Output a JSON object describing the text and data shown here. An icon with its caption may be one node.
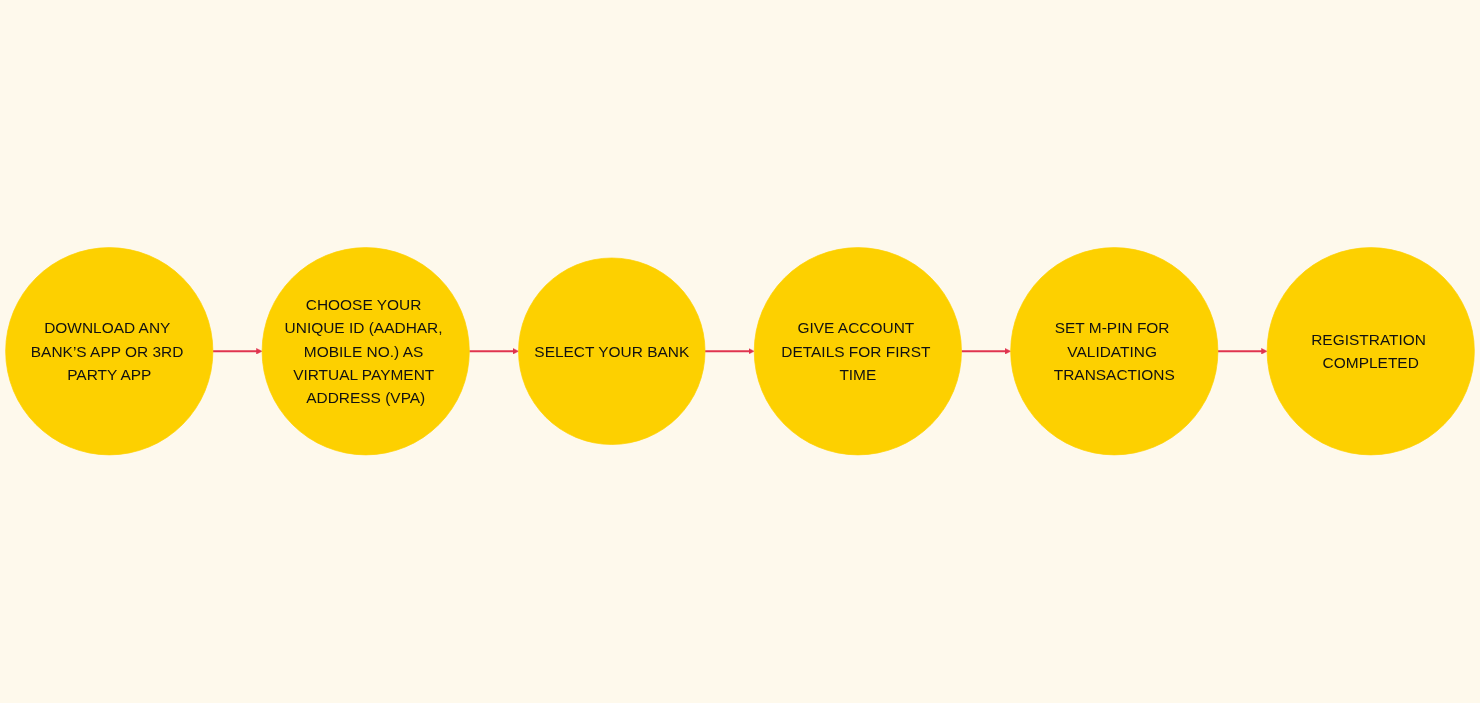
{
  "diagram": {
    "nodes": [
      {
        "text": [
          "DOWNLOAD ANY BANK’S APP OR 3RD PARTY APP"
        ]
      },
      {
        "text": [
          "CHOOSE YOUR UNIQUE ID (AADHAR, MOBILE NO.) AS VIRTUAL PAYMENT ADDRESS (VPA)"
        ]
      },
      {
        "text": [
          "SELECT YOUR BANK"
        ]
      },
      {
        "text": [
          "GIVE ACCOUNT DETAILS FOR FIRST TIME"
        ]
      },
      {
        "text": [
          "SET M-PIN FOR VALIDATING TRANSACTIONS"
        ]
      },
      {
        "text": [
          "REGISTRATION COMPLETED"
        ]
      }
    ],
    "edges": [
      {
        "from": 0,
        "to": 1,
        "arrow": "to"
      },
      {
        "from": 1,
        "to": 2,
        "arrow": "to"
      },
      {
        "from": 2,
        "to": 3,
        "arrow": "to"
      },
      {
        "from": 3,
        "to": 4,
        "arrow": "to"
      },
      {
        "from": 4,
        "to": 5,
        "arrow": "to"
      }
    ]
  }
}
